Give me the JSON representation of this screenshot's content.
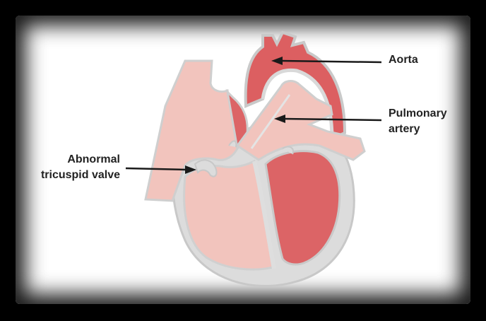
{
  "labels": {
    "aorta": "Aorta",
    "pulmonary_line1": "Pulmonary",
    "pulmonary_line2": "artery",
    "valve_line1": "Abnormal",
    "valve_line2": "tricuspid valve"
  },
  "colors": {
    "wall": "#dcdcdc",
    "wall_outline": "#c4c4c4",
    "right_side": "#f2c4bd",
    "left_side": "#dc6466",
    "aorta": "#dc5f61",
    "arrow": "#1a1a1a"
  }
}
